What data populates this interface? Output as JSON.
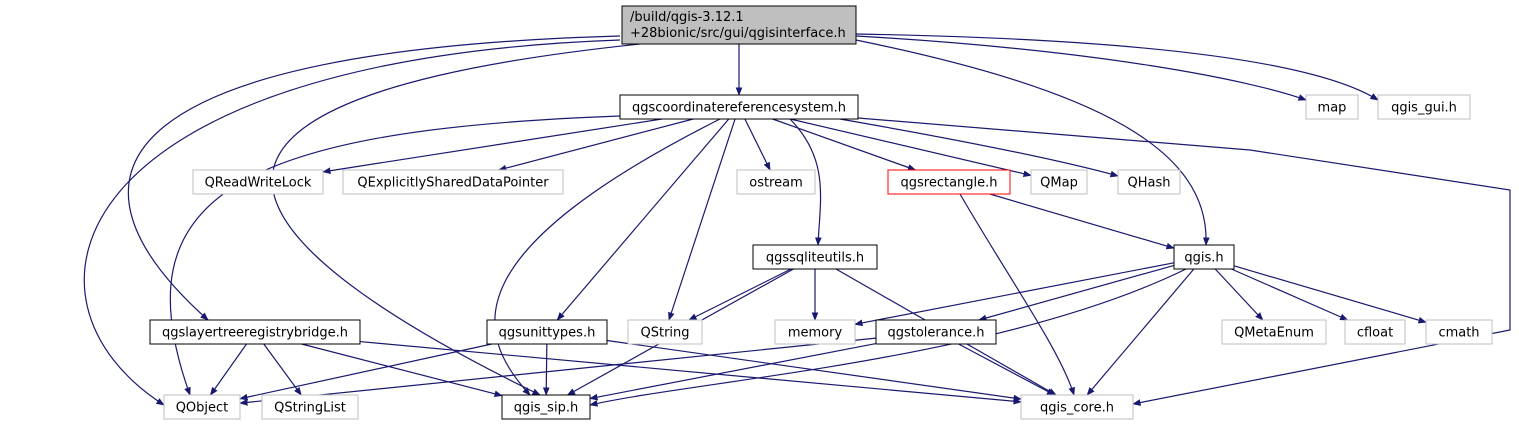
{
  "colors": {
    "edge": "#191970",
    "root_fill": "#bfbfbf",
    "doc_border": "#000000",
    "external_border": "#bfbfbf",
    "incomplete_border": "#ff0000",
    "text": "#000000"
  },
  "nodes": {
    "root": {
      "lines": [
        "/build/qgis-3.12.1",
        "+28bionic/src/gui/qgisinterface.h"
      ],
      "kind": "root"
    },
    "crs": {
      "label": "qgscoordinatereferencesystem.h",
      "kind": "doc"
    },
    "map": {
      "label": "map",
      "kind": "external"
    },
    "qgis_gui": {
      "label": "qgis_gui.h",
      "kind": "external"
    },
    "qreadwritelock": {
      "label": "QReadWriteLock",
      "kind": "external"
    },
    "qexplicitly": {
      "label": "QExplicitlySharedDataPointer",
      "kind": "external"
    },
    "ostream": {
      "label": "ostream",
      "kind": "external"
    },
    "qgsrectangle": {
      "label": "qgsrectangle.h",
      "kind": "incomplete"
    },
    "qmap": {
      "label": "QMap",
      "kind": "external"
    },
    "qhash": {
      "label": "QHash",
      "kind": "external"
    },
    "qgssqliteutils": {
      "label": "qgssqliteutils.h",
      "kind": "doc"
    },
    "qgis": {
      "label": "qgis.h",
      "kind": "doc"
    },
    "qgslayertree": {
      "label": "qgslayertreeregistrybridge.h",
      "kind": "doc"
    },
    "qgsunittypes": {
      "label": "qgsunittypes.h",
      "kind": "doc"
    },
    "qstring": {
      "label": "QString",
      "kind": "external"
    },
    "memory": {
      "label": "memory",
      "kind": "external"
    },
    "qgstolerance": {
      "label": "qgstolerance.h",
      "kind": "doc"
    },
    "qmetaenum": {
      "label": "QMetaEnum",
      "kind": "external"
    },
    "cfloat": {
      "label": "cfloat",
      "kind": "external"
    },
    "cmath": {
      "label": "cmath",
      "kind": "external"
    },
    "qobject": {
      "label": "QObject",
      "kind": "external"
    },
    "qstringlist": {
      "label": "QStringList",
      "kind": "external"
    },
    "qgis_sip": {
      "label": "qgis_sip.h",
      "kind": "doc"
    },
    "qgis_core": {
      "label": "qgis_core.h",
      "kind": "external"
    }
  },
  "edges": [
    [
      "root",
      "crs"
    ],
    [
      "root",
      "map"
    ],
    [
      "root",
      "qgis_gui"
    ],
    [
      "root",
      "qgis"
    ],
    [
      "root",
      "qgslayertree"
    ],
    [
      "root",
      "qobject"
    ],
    [
      "root",
      "qgis_sip"
    ],
    [
      "crs",
      "qreadwritelock"
    ],
    [
      "crs",
      "qexplicitly"
    ],
    [
      "crs",
      "ostream"
    ],
    [
      "crs",
      "qgsrectangle"
    ],
    [
      "crs",
      "qmap"
    ],
    [
      "crs",
      "qhash"
    ],
    [
      "crs",
      "qgssqliteutils"
    ],
    [
      "crs",
      "qgsunittypes"
    ],
    [
      "crs",
      "qstring"
    ],
    [
      "crs",
      "qobject"
    ],
    [
      "crs",
      "qgis_sip"
    ],
    [
      "crs",
      "qgis_core"
    ],
    [
      "qgsrectangle",
      "qgis"
    ],
    [
      "qgsrectangle",
      "qgis_core"
    ],
    [
      "qgssqliteutils",
      "qstring"
    ],
    [
      "qgssqliteutils",
      "memory"
    ],
    [
      "qgssqliteutils",
      "qgis_sip"
    ],
    [
      "qgssqliteutils",
      "qgis_core"
    ],
    [
      "qgis",
      "memory"
    ],
    [
      "qgis",
      "qgstolerance"
    ],
    [
      "qgis",
      "qmetaenum"
    ],
    [
      "qgis",
      "cfloat"
    ],
    [
      "qgis",
      "cmath"
    ],
    [
      "qgis",
      "qgis_sip"
    ],
    [
      "qgis",
      "qgis_core"
    ],
    [
      "qgslayertree",
      "qobject"
    ],
    [
      "qgslayertree",
      "qstringlist"
    ],
    [
      "qgslayertree",
      "qgis_sip"
    ],
    [
      "qgslayertree",
      "qgis_core"
    ],
    [
      "qgsunittypes",
      "qobject"
    ],
    [
      "qgsunittypes",
      "qgis_sip"
    ],
    [
      "qgsunittypes",
      "qgis_core"
    ],
    [
      "qgstolerance",
      "qobject"
    ],
    [
      "qgstolerance",
      "qgis_sip"
    ],
    [
      "qgstolerance",
      "qgis_core"
    ]
  ]
}
